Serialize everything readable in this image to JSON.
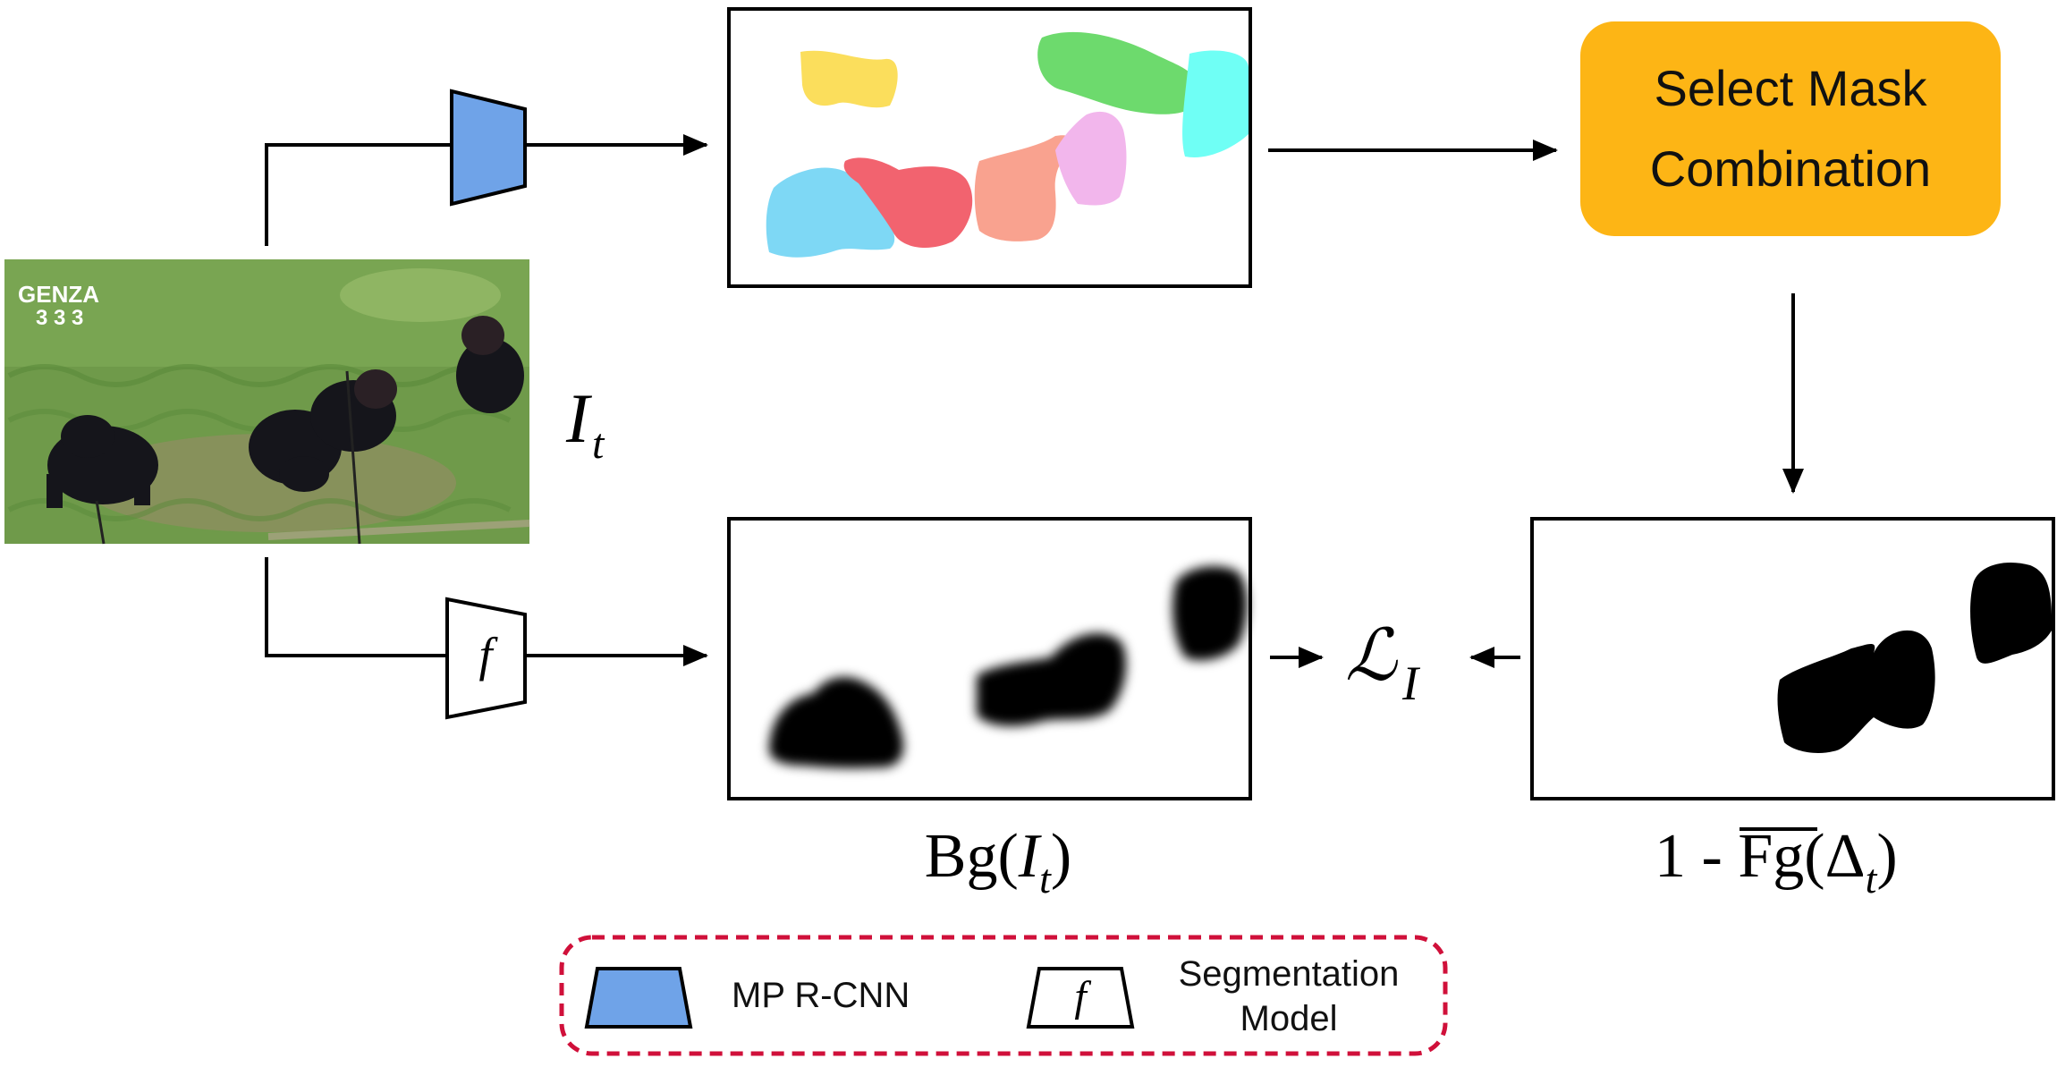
{
  "input_image": {
    "overlay_line1": "GENZA",
    "overlay_line2": "3 3 3",
    "label_main": "I",
    "label_sub": "t"
  },
  "select_box": {
    "line1": "Select Mask",
    "line2": "Combination",
    "color": "#FDB515"
  },
  "bg_label": {
    "prefix": "Bg(",
    "var": "I",
    "sub": "t",
    "suffix": ")"
  },
  "fg_label": {
    "prefix": "1 - ",
    "overlined": "Fg",
    "open": "(",
    "delta": "Δ",
    "sub": "t",
    "close": ")"
  },
  "loss_label": {
    "main": "ℒ",
    "sub": "I"
  },
  "encoder_f_label": "f",
  "legend": {
    "mp_rcnn_label": "MP R-CNN",
    "f_symbol": "f",
    "seg_line1": "Segmentation",
    "seg_line2": "Model",
    "border_color": "#D0103A",
    "mp_rcnn_color": "#6FA3E8"
  },
  "mask_colors": [
    "#FBDE5C",
    "#6DDA6D",
    "#6FFFF5",
    "#7ED8F5",
    "#F2636F",
    "#F9A28F",
    "#F2B6EC"
  ]
}
